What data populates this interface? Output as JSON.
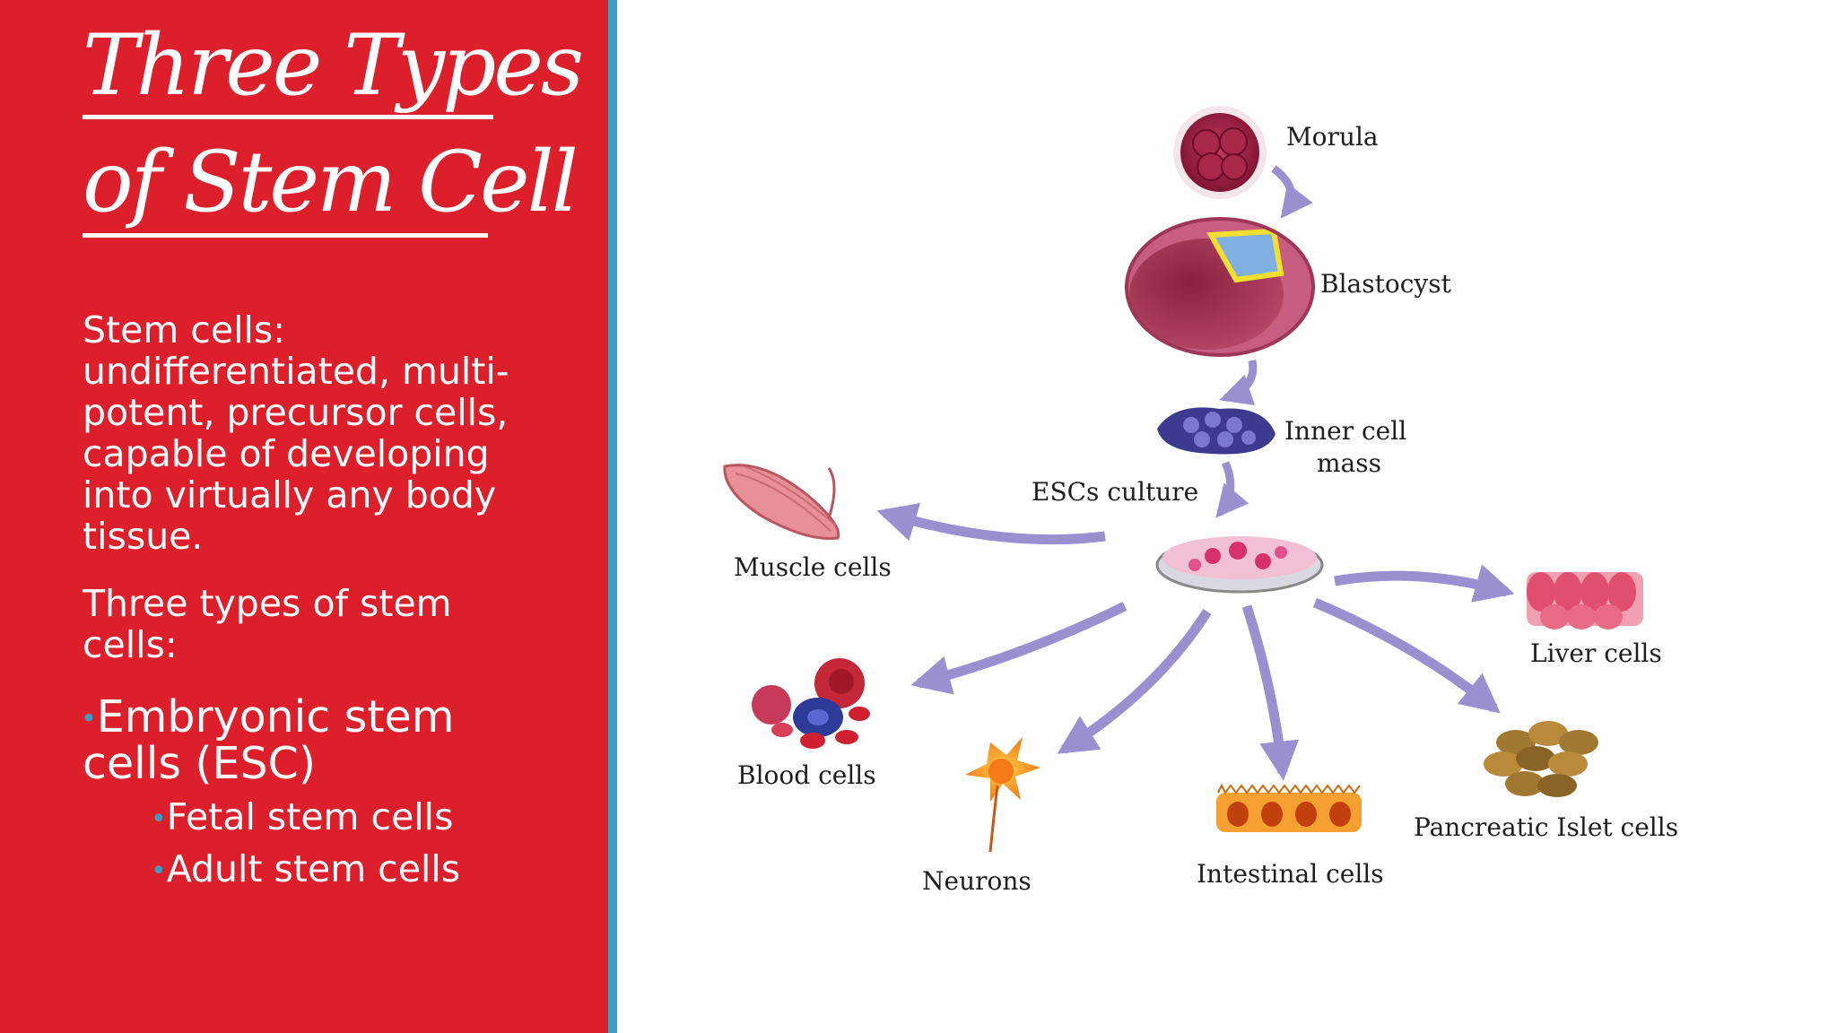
{
  "slide": {
    "title_lines": [
      "Three Types",
      "of Stem Cell"
    ],
    "paragraphs": [
      [
        "Stem cells:",
        "undifferentiated, multi-",
        "potent, precursor cells,",
        "capable of developing",
        "into virtually any body",
        "tissue."
      ],
      [
        "Three types of stem",
        "cells:"
      ]
    ],
    "bullet_main": [
      "Embryonic stem",
      "cells (ESC)"
    ],
    "sub_bullets": [
      "Fetal stem cells",
      "Adult stem cells"
    ]
  },
  "diagram": {
    "labels": {
      "morula": "Morula",
      "blastocyst": "Blastocyst",
      "inner_mass_1": "Inner cell",
      "inner_mass_2": "mass",
      "esc_culture": "ESCs culture",
      "muscle": "Muscle cells",
      "liver": "Liver cells",
      "blood": "Blood cells",
      "neurons": "Neurons",
      "intestinal": "Intestinal cells",
      "pancreatic": "Pancreatic Islet cells"
    },
    "arrow_color": "#9b8fd0"
  },
  "colors": {
    "panel": "#dd1e2b",
    "stripe": "#3a9fc6"
  }
}
